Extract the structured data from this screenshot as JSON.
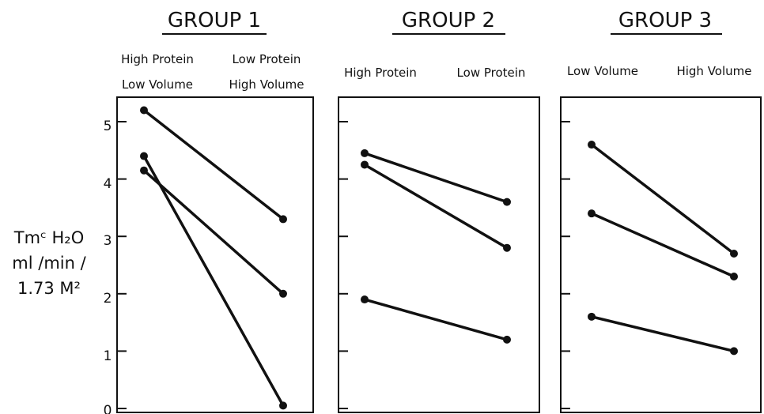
{
  "ylabel_lines": [
    "Tmᶜ H₂O",
    "ml /min /",
    "1.73 M²"
  ],
  "y_tick_labels": [
    "0",
    "1",
    "2",
    "3",
    "4",
    "5"
  ],
  "colors": {
    "ink": "#111111",
    "background": "#ffffff"
  },
  "chart_data": [
    {
      "type": "line",
      "title": "GROUP 1",
      "categories": [
        [
          "High Protein",
          "Low Volume"
        ],
        [
          "Low Protein",
          "High Volume"
        ]
      ],
      "ylim": [
        0,
        5.5
      ],
      "yticks": [
        0,
        1,
        2,
        3,
        4,
        5
      ],
      "grid": false,
      "series": [
        {
          "values": [
            5.2,
            3.3
          ]
        },
        {
          "values": [
            4.4,
            0.05
          ]
        },
        {
          "values": [
            4.15,
            2.0
          ]
        }
      ]
    },
    {
      "type": "line",
      "title": "GROUP 2",
      "categories": [
        [
          "High Protein"
        ],
        [
          "Low Protein"
        ]
      ],
      "ylim": [
        0,
        5.5
      ],
      "yticks": [
        0,
        1,
        2,
        3,
        4,
        5
      ],
      "grid": false,
      "series": [
        {
          "values": [
            4.45,
            3.6
          ]
        },
        {
          "values": [
            4.25,
            2.8
          ]
        },
        {
          "values": [
            1.9,
            1.2
          ]
        }
      ]
    },
    {
      "type": "line",
      "title": "GROUP 3",
      "categories": [
        [
          "Low Volume"
        ],
        [
          "High Volume"
        ]
      ],
      "ylim": [
        0,
        5.5
      ],
      "yticks": [
        0,
        1,
        2,
        3,
        4,
        5
      ],
      "grid": false,
      "series": [
        {
          "values": [
            4.6,
            2.7
          ]
        },
        {
          "values": [
            3.4,
            2.3
          ]
        },
        {
          "values": [
            1.6,
            1.0
          ]
        }
      ]
    }
  ]
}
